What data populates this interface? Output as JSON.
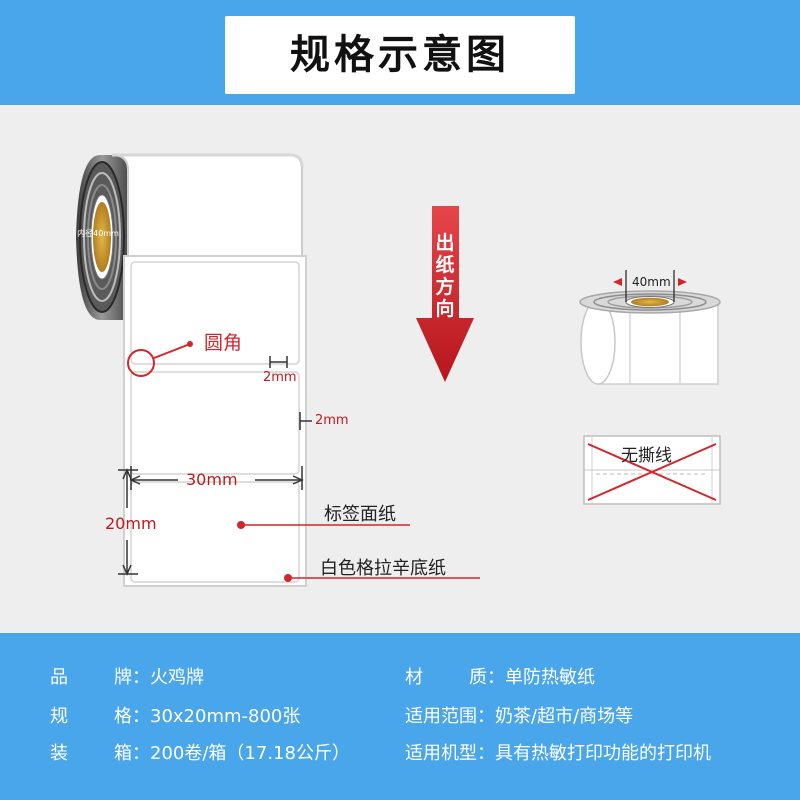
{
  "header": {
    "title": "规格示意图"
  },
  "diagram": {
    "core_label": "内径40mm",
    "rounded_corner_label": "圆角",
    "gap_horizontal": "2mm",
    "gap_vertical": "2mm",
    "width_label": "30mm",
    "height_label": "20mm",
    "label_paper": "标签面纸",
    "backing_paper": "白色格拉辛底纸",
    "feed_direction": [
      "出",
      "纸",
      "方",
      "向"
    ],
    "core_diameter": "40mm",
    "no_tear_line": "无撕线"
  },
  "specs": {
    "brand": {
      "key_a": "品",
      "key_b": "牌：",
      "value": "火鸡牌"
    },
    "size": {
      "key_a": "规",
      "key_b": "格：",
      "value": "30x20mm-800张"
    },
    "packing": {
      "key_a": "装",
      "key_b": "箱：",
      "value": "200卷/箱（17.18公斤）"
    },
    "material": {
      "key_a": "材",
      "key_b": "质：",
      "value": "单防热敏纸"
    },
    "scope": {
      "key": "适用范围：",
      "value": "奶茶/超市/商场等"
    },
    "machine": {
      "key": "适用机型：",
      "value": "具有热敏打印功能的打印机"
    }
  },
  "colors": {
    "accent_blue": "#4aa6ea",
    "red": "#d2262b"
  }
}
